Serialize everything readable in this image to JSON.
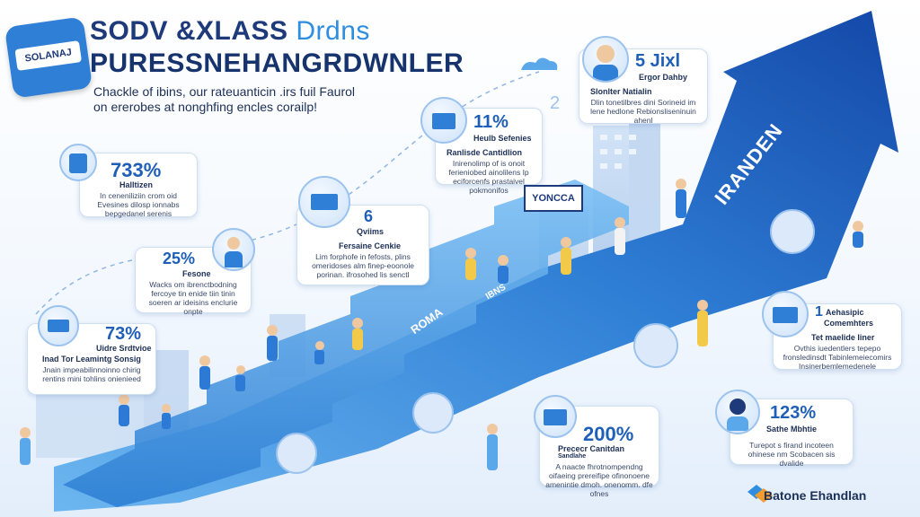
{
  "header": {
    "title_line1_bold": "SODV &XLASS",
    "title_line1_light": "Drdns",
    "title_line2": "PURESSNEHANGRDWNLER",
    "subtitle": "Chackle of ibins, our rateuanticin .irs fuil Faurol on ererobes at nonghfing encles corailp!"
  },
  "badge": {
    "text": "SOLANAJ"
  },
  "arrow_text": {
    "upper": "IRANDEN",
    "mid": "ROMA",
    "step": "IBNS"
  },
  "sign": {
    "text": "YONCCA"
  },
  "decor": {
    "numeral": "2"
  },
  "cards": {
    "c1": {
      "stat": "733%",
      "label": "Halltizen",
      "desc": "In ceneniliziin crom oid Evesines dilosp ionnabs bepgedanel serenis"
    },
    "c2": {
      "stat": "25%",
      "label": "Fesone",
      "desc": "Wacks om ibrenctbodning fercoye tin enide tiin tinin soeren ar ideisins enclurie onpte"
    },
    "c3": {
      "stat": "73%",
      "label": "Uidre Srdtvioe",
      "title": "Inad Tor Leamintg Sonsig",
      "desc": "Jnain impeabilinnoinno chirig rentins mini tohlins onienieed"
    },
    "c4": {
      "stat": "6",
      "label": "Qviims",
      "title": "Fersaine Cenkie",
      "desc": "Lim forphofe in fefosts, plins omeridoses alm finep-eoonole porinan. ifrosohed lis senctl"
    },
    "c5": {
      "stat": "11%",
      "label": "Heulb Sefenies",
      "title": "Ranlisde Cantidlion",
      "desc": "Inirenolimp of is onoit ferieniobed ainolilens Ip eciforcenfs prastaivel pokmonifos"
    },
    "c6": {
      "stat": "5 Jixl",
      "label": "Ergor Dahby",
      "title": "Slonlter Natialin",
      "desc": "Dlin tonetilbres dini Sorineid im lene hedlone Rebionsliseninuin ahenl"
    },
    "c7": {
      "stat": "1",
      "label": "Aehasipic",
      "label2": "Comemhters",
      "title": "Tet maelide liner",
      "desc": "Ovthis iuedentlers tepepo fronsledinsdt Tabinlemeiecomirs Insinerbemlemedenele"
    },
    "c8": {
      "stat": "200%",
      "label": "Prececr Canitdan",
      "label2": "Sandlahe",
      "desc": "A naacte fhrotnompendng oifaeing prereifipe ofinonoene amenintie dmoh. onenomm. dfe ofnes"
    },
    "c9": {
      "stat": "123%",
      "label": "Sathe Mbhtie",
      "desc": "Turepot s firand incoteen ohinese nm Scobacen sis dvalide"
    }
  },
  "footer": {
    "brand": "Batone Ehandlan"
  },
  "colors": {
    "accent": "#2f8ee0",
    "dark_blue": "#1e3a7a",
    "arrow_blue": "#2466c8",
    "stair_blue": "#5aa7ea"
  }
}
